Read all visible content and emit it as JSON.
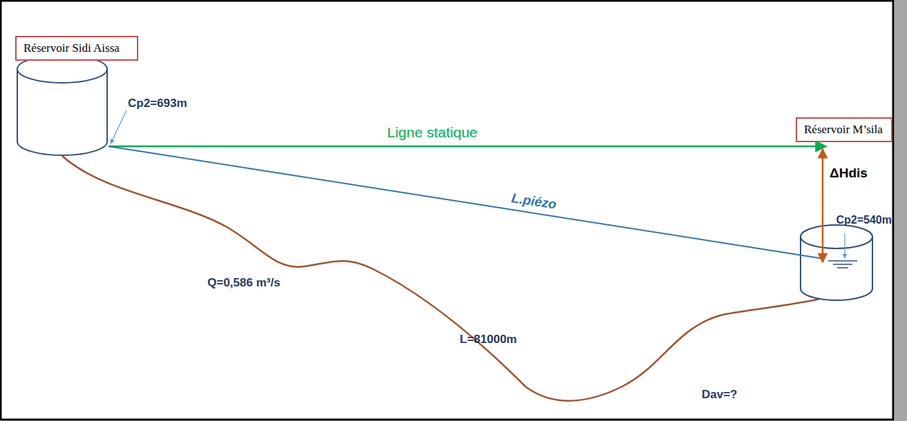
{
  "diagram": {
    "nodes": [
      {
        "text": [
          "Réservoir Sidi Aissa"
        ]
      },
      {
        "text": [
          "Réservoir M’sila"
        ]
      }
    ],
    "labels": [
      "Cp2=693m",
      "Ligne statique",
      "ΔHdis",
      "L.piézo",
      "Cp2=540m",
      "Q=0,586 m³/s",
      "L=81000m",
      "Dav=?"
    ]
  }
}
